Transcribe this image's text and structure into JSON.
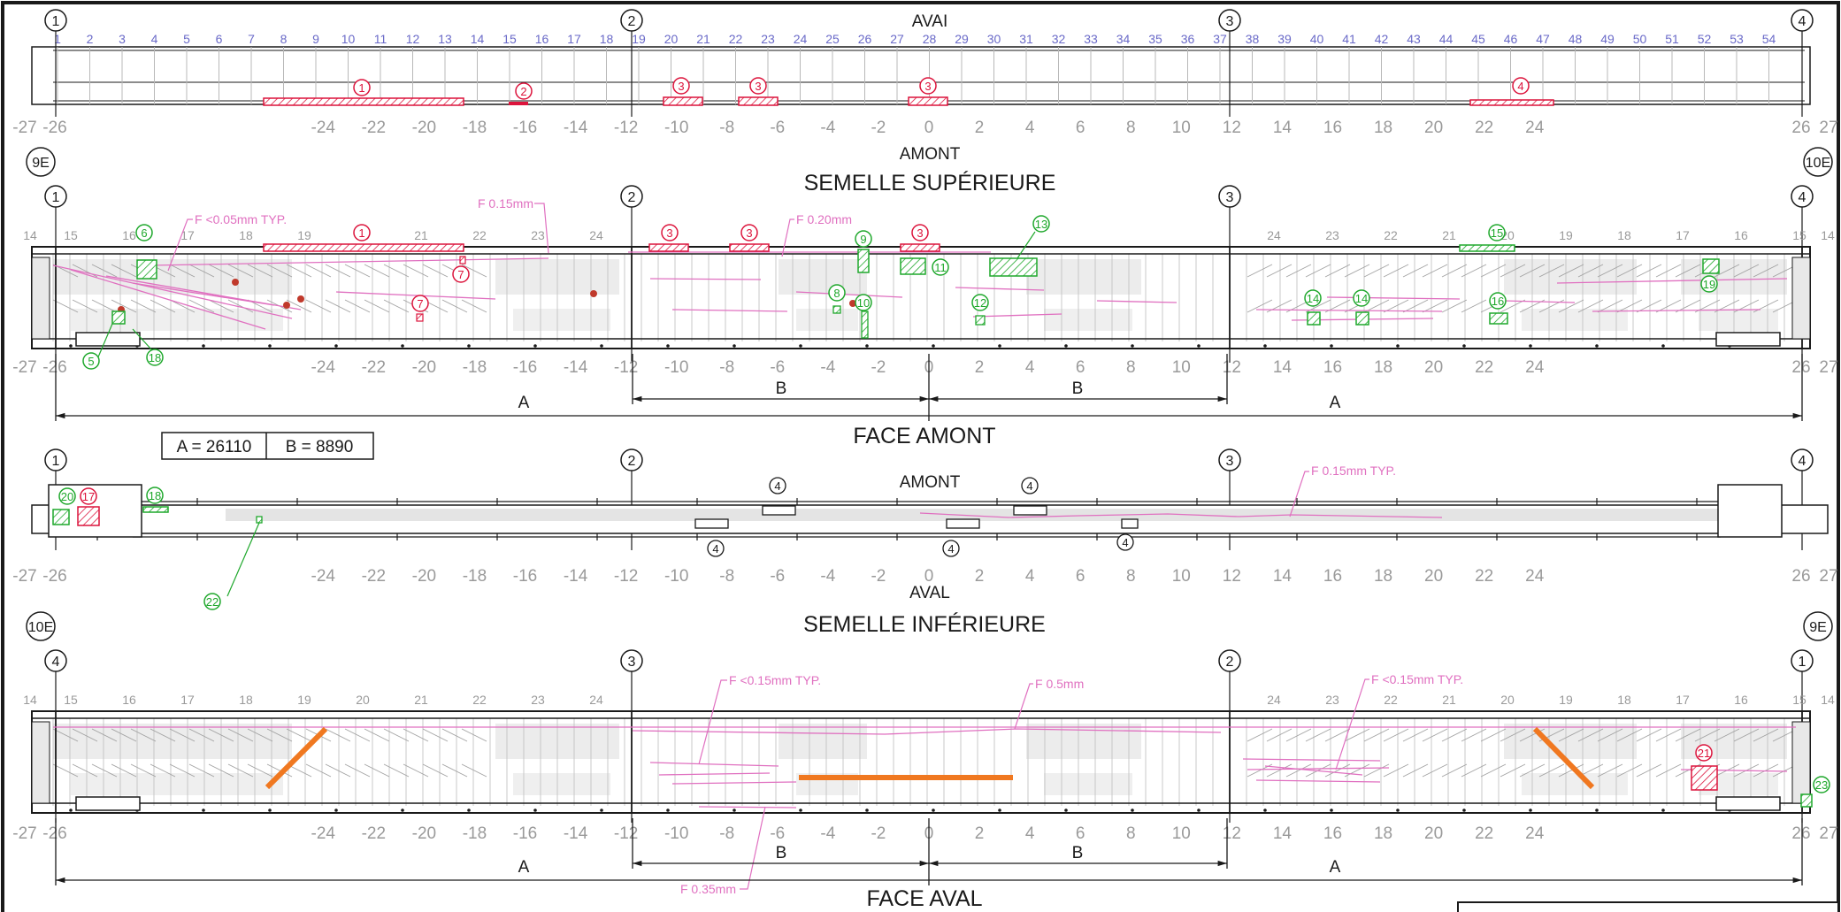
{
  "colors": {
    "ink": "#1a1a1a",
    "grid_blue": "#6a6ac8",
    "coord_gray": "#9a9a9a",
    "defect_red": "#dc143c",
    "defect_green": "#1fa82c",
    "crack_pink": "#e070c0",
    "repair_orange": "#f07820",
    "shade_gray": "#dcdcdc"
  },
  "axis_ids": [
    "1",
    "2",
    "3",
    "4"
  ],
  "coord_labels": [
    "-27",
    "-26",
    "-24",
    "-22",
    "-20",
    "-18",
    "-16",
    "-14",
    "-12",
    "-10",
    "-8",
    "-6",
    "-4",
    "-2",
    "0",
    "2",
    "4",
    "6",
    "8",
    "10",
    "12",
    "14",
    "16",
    "18",
    "20",
    "22",
    "24",
    "26",
    "27"
  ],
  "top_view": {
    "title": "AVAI",
    "bottom_label": "AMONT",
    "grid_numbers": [
      "1",
      "2",
      "3",
      "4",
      "5",
      "6",
      "7",
      "8",
      "9",
      "10",
      "11",
      "12",
      "13",
      "14",
      "15",
      "16",
      "17",
      "18",
      "19",
      "20",
      "21",
      "22",
      "23",
      "24",
      "25",
      "26",
      "27",
      "28",
      "29",
      "30",
      "31",
      "32",
      "33",
      "34",
      "35",
      "36",
      "37",
      "38",
      "39",
      "40",
      "41",
      "42",
      "43",
      "44",
      "45",
      "46",
      "47",
      "48",
      "49",
      "50",
      "51",
      "52",
      "53",
      "54"
    ],
    "tags": [
      "1",
      "2",
      "3",
      "3",
      "3",
      "4"
    ]
  },
  "face_amont": {
    "section_title": "SEMELLE SUPÉRIEURE",
    "title": "FACE AMONT",
    "left_badge": "9E",
    "right_badge": "10E",
    "stations_left": [
      "14",
      "15",
      "16",
      "17",
      "18",
      "19",
      "20",
      "21",
      "22",
      "23",
      "24"
    ],
    "stations_right": [
      "24",
      "23",
      "22",
      "21",
      "20",
      "19",
      "18",
      "17",
      "16",
      "15",
      "14"
    ],
    "callouts": [
      "F <0.05mm TYP.",
      "F 0.15mm",
      "F 0.20mm"
    ],
    "red_tags": [
      "1",
      "3",
      "3",
      "3",
      "7",
      "7"
    ],
    "green_tags": [
      "5",
      "6",
      "8",
      "9",
      "10",
      "11",
      "12",
      "13",
      "14",
      "14",
      "15",
      "16",
      "18",
      "19"
    ],
    "dims": [
      "A",
      "B",
      "B",
      "A"
    ]
  },
  "legend": {
    "a": "A = 26110",
    "b": "B = 8890"
  },
  "semelle_inf": {
    "top_label": "AMONT",
    "bottom_label": "AVAL",
    "callout": "F 0.15mm TYP.",
    "tags": [
      "4",
      "4",
      "4",
      "4",
      "4"
    ],
    "red_tags": [
      "17"
    ],
    "green_tags": [
      "18",
      "20",
      "22"
    ]
  },
  "face_aval": {
    "section_title": "SEMELLE INFÉRIEURE",
    "title": "FACE AVAL",
    "left_badge": "10E",
    "right_badge": "9E",
    "axis_ids": [
      "4",
      "3",
      "2",
      "1"
    ],
    "stations_left": [
      "14",
      "15",
      "16",
      "17",
      "18",
      "19",
      "20",
      "21",
      "22",
      "23",
      "24"
    ],
    "stations_right": [
      "24",
      "23",
      "22",
      "21",
      "20",
      "19",
      "18",
      "17",
      "16",
      "15",
      "14"
    ],
    "callouts": [
      "F <0.15mm TYP.",
      "F 0.5mm",
      "F <0.15mm TYP.",
      "F 0.35mm"
    ],
    "red_tags": [
      "21"
    ],
    "green_tags": [
      "23"
    ],
    "dims": [
      "A",
      "B",
      "B",
      "A"
    ]
  }
}
